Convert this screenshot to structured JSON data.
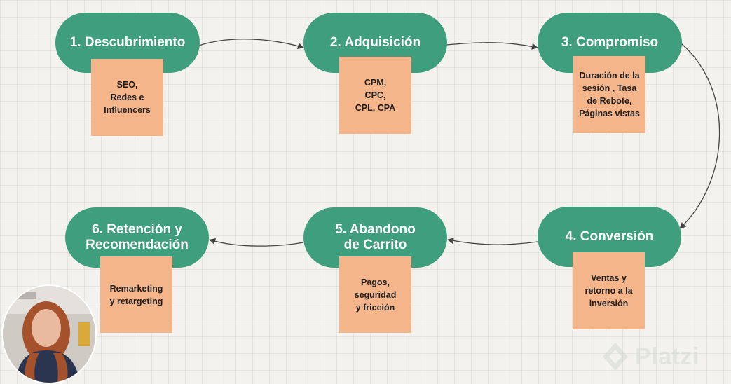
{
  "diagram": {
    "stages": [
      {
        "title": "1. Descubrimiento",
        "detail": "SEO,\nRedes e\nInfluencers"
      },
      {
        "title": "2. Adquisición",
        "detail": "CPM,\nCPC,\nCPL, CPA"
      },
      {
        "title": "3. Compromiso",
        "detail": "Duración de la\nsesión , Tasa\nde Rebote,\nPáginas vistas"
      },
      {
        "title": "4. Conversión",
        "detail": "Ventas y\nretorno a la\ninversión"
      },
      {
        "title": "5. Abandono\nde Carrito",
        "detail": "Pagos,\nseguridad\ny fricción"
      },
      {
        "title": "6. Retención y\nRecomendación",
        "detail": "Remarketing\ny retargeting"
      }
    ]
  },
  "colors": {
    "pill": "#3e9e7e",
    "card": "#f5b58a",
    "connector": "#444444"
  },
  "watermark": {
    "brand": "Platzi",
    "icon": "platzi-logo-icon"
  },
  "presenter": {
    "icon": "presenter-video-feed"
  }
}
